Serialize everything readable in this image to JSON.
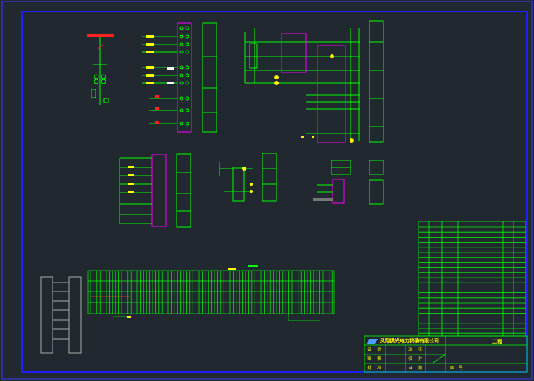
{
  "title_block": {
    "company": "凤翔供光电力销装有限公司",
    "project_label": "工程",
    "rows": [
      {
        "role": "设",
        "name": "计",
        "sign1": "规",
        "sign2": "核"
      },
      {
        "role": "审",
        "name": "核",
        "sign1": "校",
        "sign2": "对"
      },
      {
        "role": "批",
        "name": "准",
        "sign1": "日",
        "sign2": "期"
      }
    ],
    "sheet_label": "图",
    "sheet_no": "号"
  },
  "colors": {
    "background": "#212830",
    "frame": "#1f1fff",
    "wire": "#00ff00",
    "terminal": "#ff00ff",
    "label": "#ffff00",
    "contact": "#ff0000"
  }
}
